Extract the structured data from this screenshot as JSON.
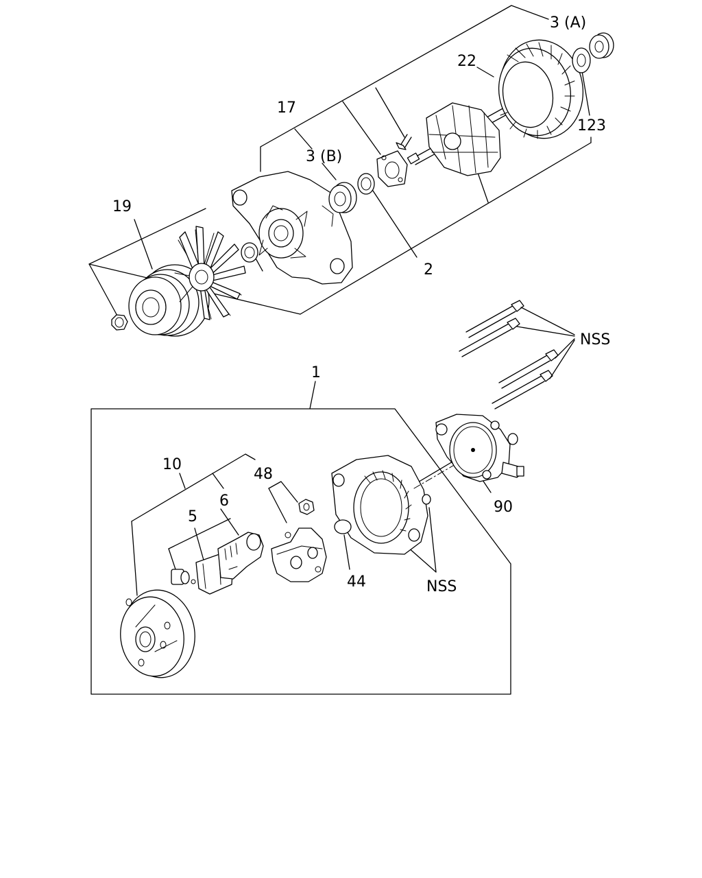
{
  "labels": {
    "l_3a": "3 (A)",
    "l_22": "22",
    "l_123": "123",
    "l_17": "17",
    "l_3b": "3 (B)",
    "l_19": "19",
    "l_2": "2",
    "l_nss_top": "NSS",
    "l_1": "1",
    "l_10": "10",
    "l_48": "48",
    "l_5": "5",
    "l_6": "6",
    "l_90": "90",
    "l_44": "44",
    "l_nss_bottom": "NSS"
  }
}
